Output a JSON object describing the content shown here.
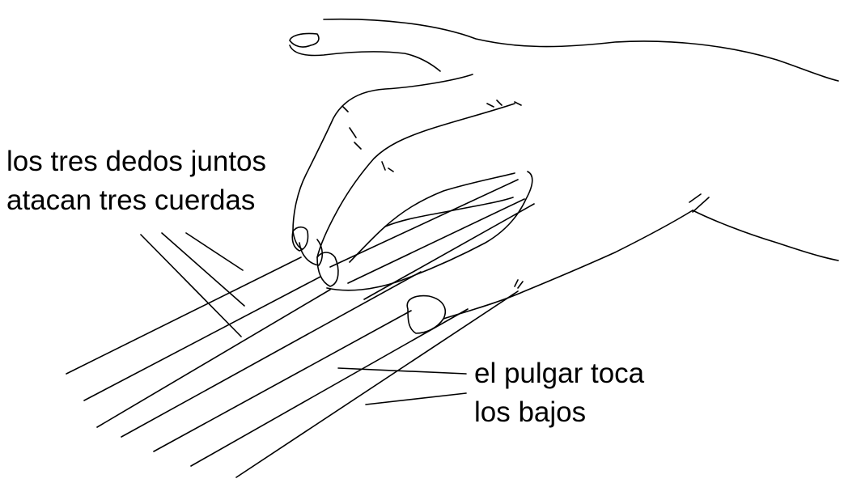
{
  "labels": {
    "fingers_line1": "los tres dedos juntos",
    "fingers_line2": "atacan tres cuerdas",
    "thumb_line1": "el pulgar toca",
    "thumb_line2": "los bajos"
  },
  "colors": {
    "ink": "#000000",
    "background": "#ffffff"
  }
}
